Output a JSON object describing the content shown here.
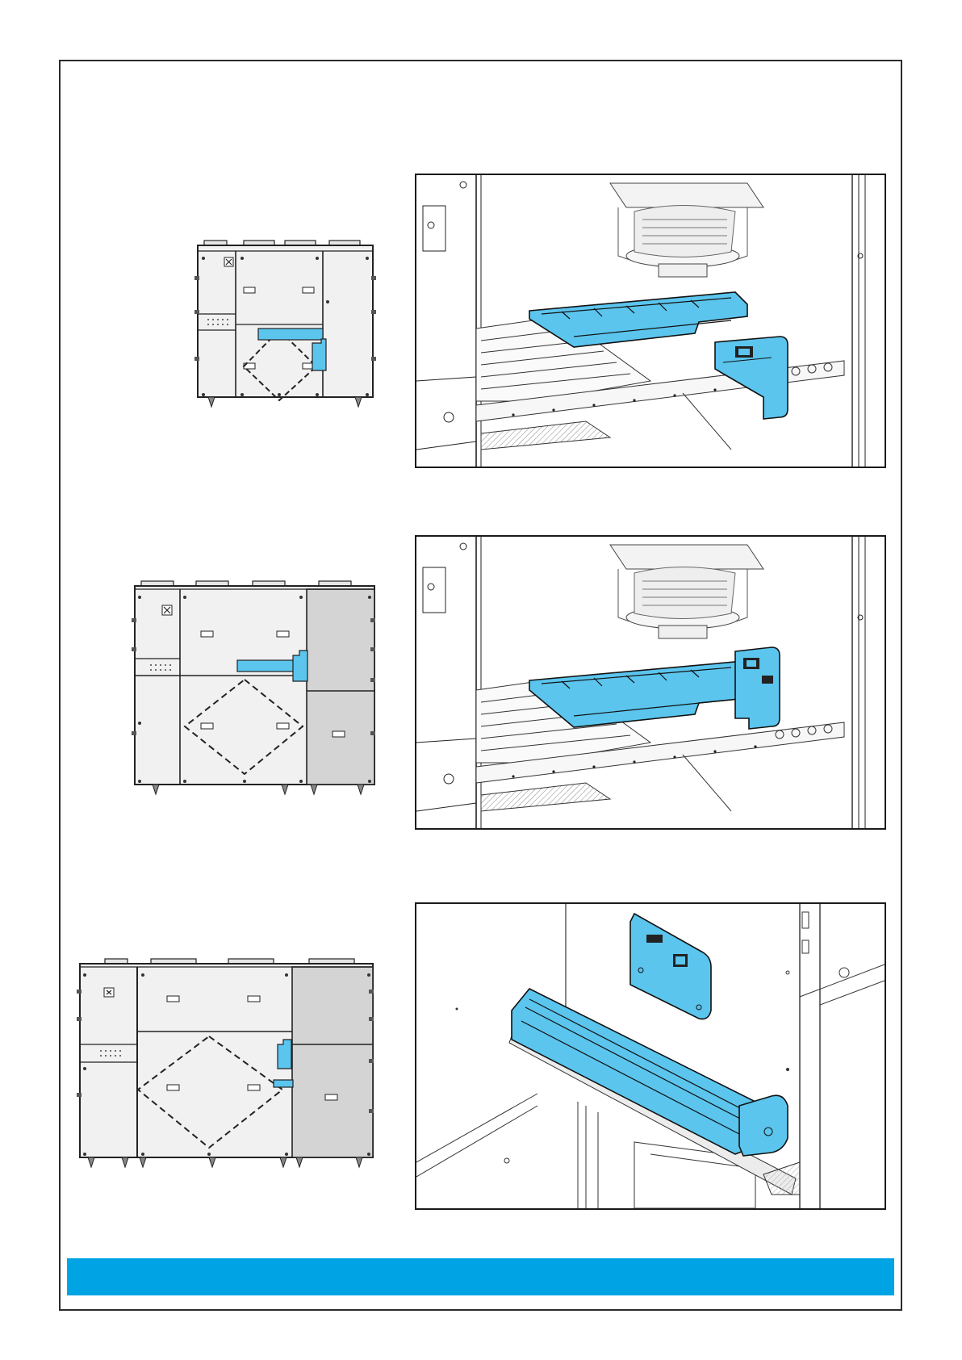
{
  "colors": {
    "highlight": "#5bc5ee",
    "footer_bar": "#00a3e3",
    "frame": "#2b2b2b",
    "panel_light": "#f1f1f1",
    "panel_grey": "#d4d4d4"
  },
  "figures": [
    {
      "id": "unit-small",
      "icon": "ventilation-unit-front-view-icon"
    },
    {
      "id": "unit-medium",
      "icon": "ventilation-unit-front-view-icon"
    },
    {
      "id": "unit-large",
      "icon": "ventilation-unit-front-view-icon"
    },
    {
      "id": "detail-1",
      "icon": "controller-mounting-detail-icon"
    },
    {
      "id": "detail-2",
      "icon": "controller-mounting-detail-icon"
    },
    {
      "id": "detail-3",
      "icon": "controller-mounting-detail-icon"
    }
  ]
}
